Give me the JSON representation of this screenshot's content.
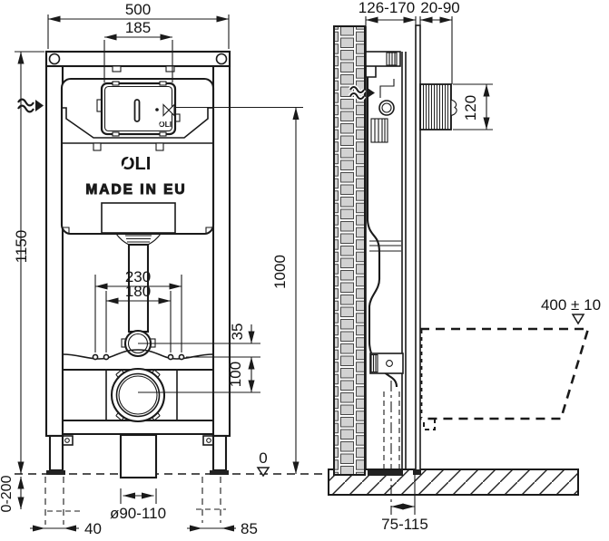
{
  "branding": {
    "logo": "OLI",
    "made_in": "MADE IN EU",
    "box_logo": "OLI"
  },
  "front_dims": {
    "width": "500",
    "plate_width": "185",
    "height": "1150",
    "flush_line": "1000",
    "bolt_outer": "230",
    "bolt_inner": "180",
    "flange_offset": "35",
    "outlet_offset": "100",
    "zero_level": "0",
    "leg_adjust": "0-200",
    "drain_diameter": "ø90-110",
    "left_offset": "40",
    "right_offset": "85"
  },
  "side_dims": {
    "frame_depth": "126-170",
    "wall_finish": "20-90",
    "plate_height": "120",
    "bowl_height": "400 ± 10",
    "outlet_distance": "75-115"
  }
}
